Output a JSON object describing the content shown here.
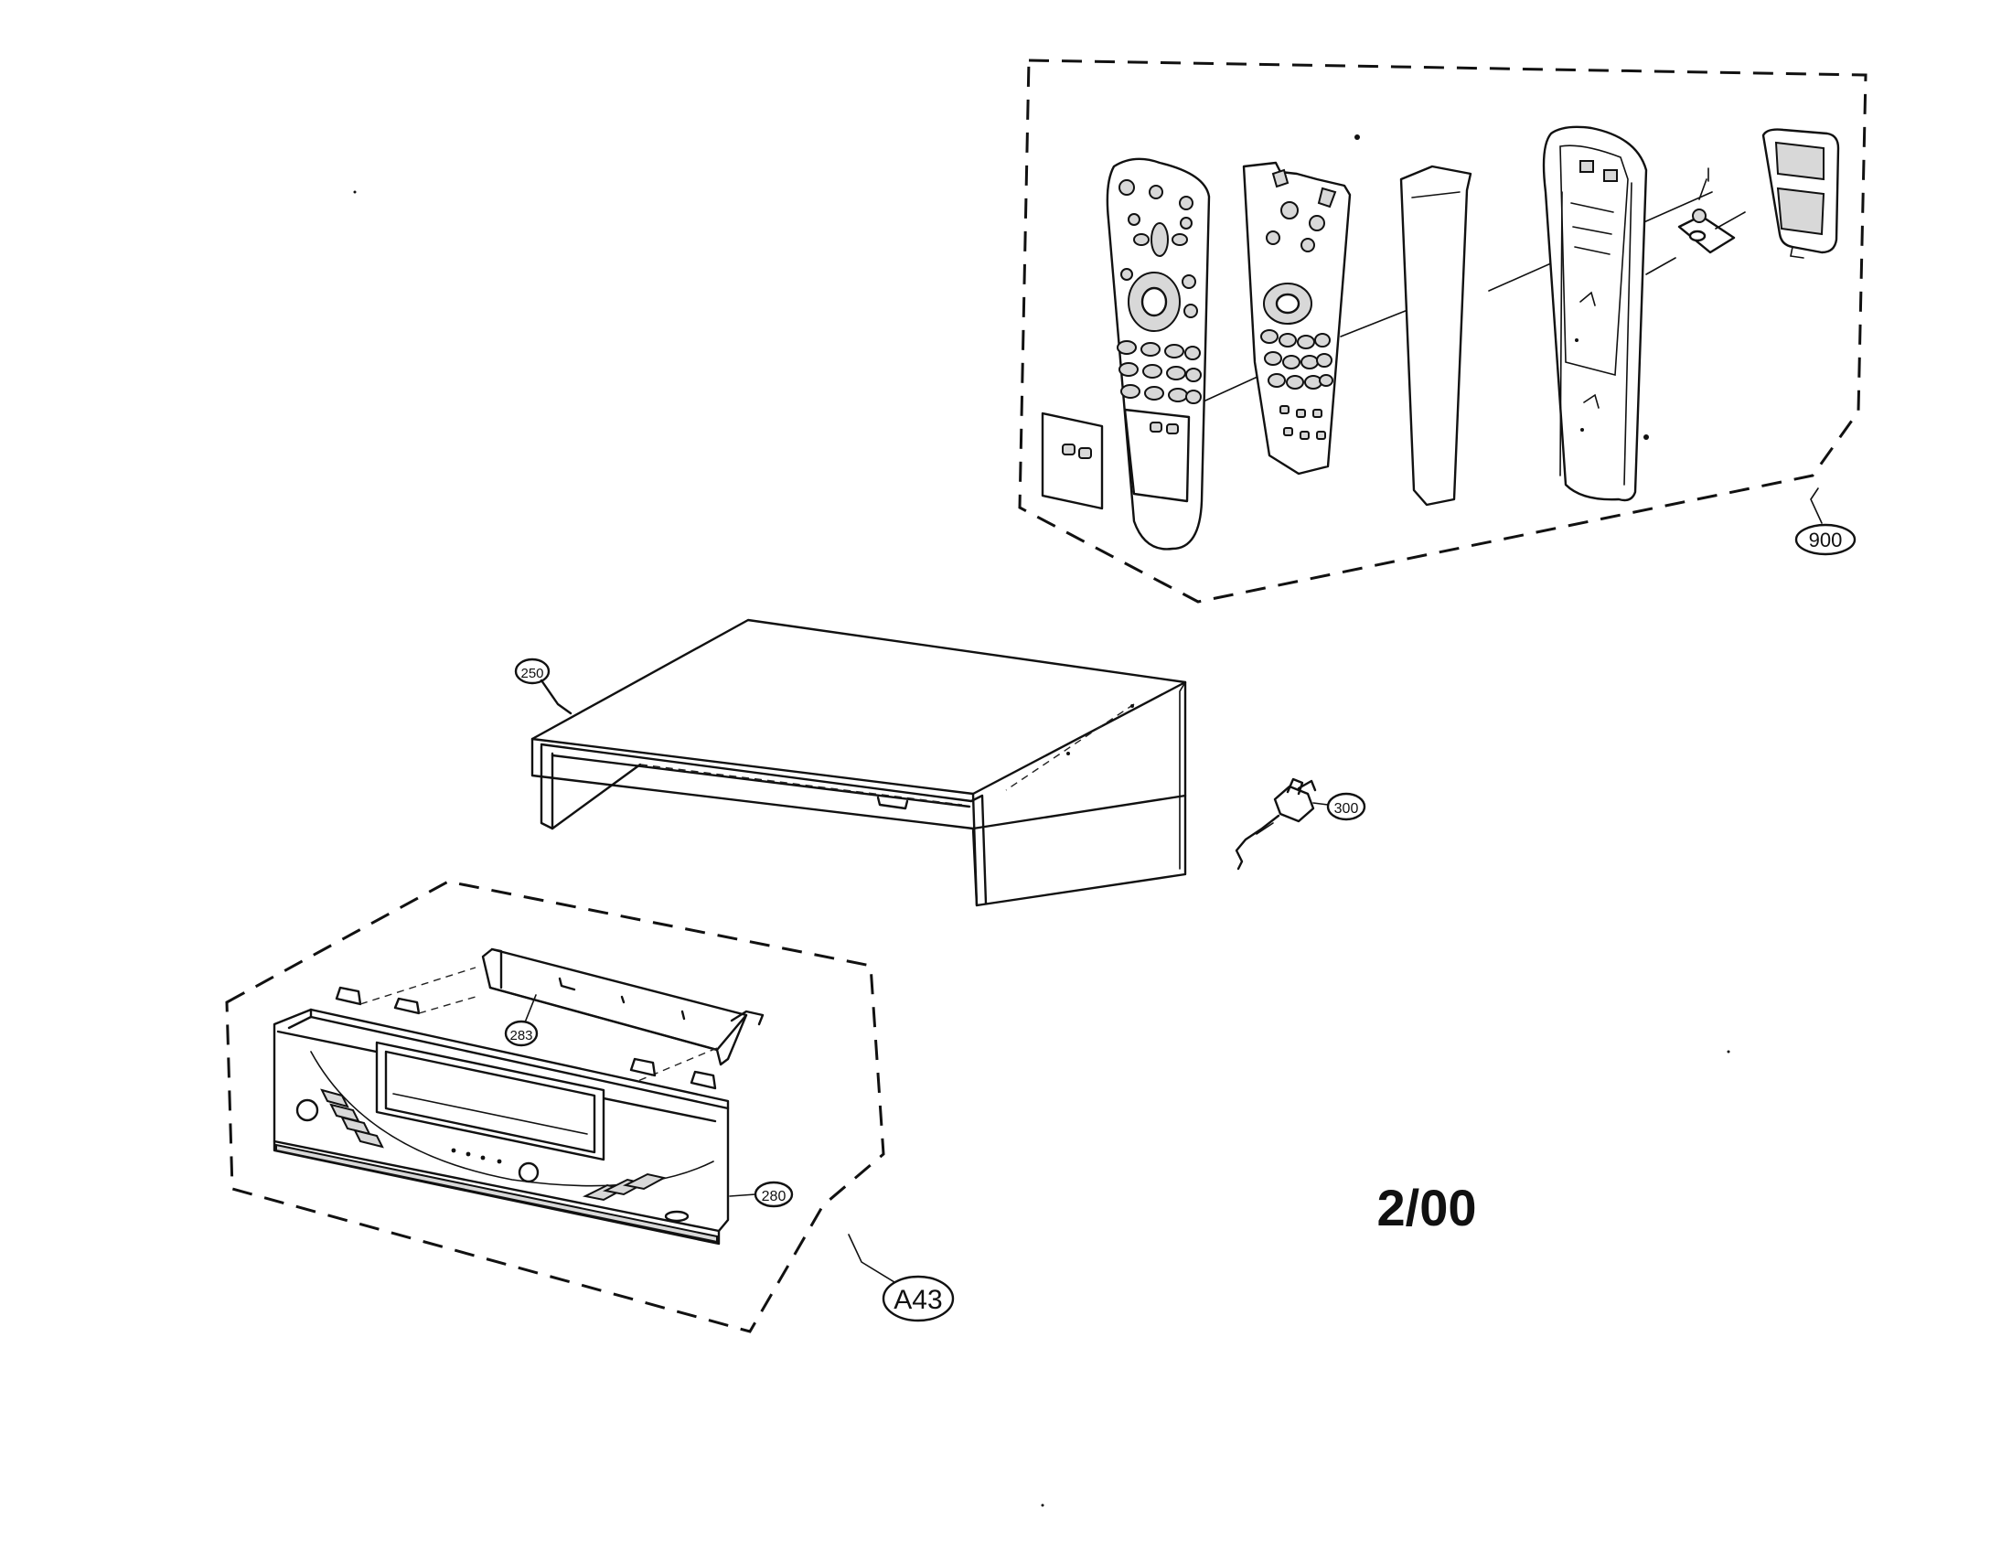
{
  "diagram": {
    "date_code": "2/00",
    "callouts": {
      "remote_assembly": "900",
      "top_cover": "250",
      "power_cord": "300",
      "front_bracket": "283",
      "front_panel": "280",
      "front_panel_assembly": "A43"
    }
  }
}
